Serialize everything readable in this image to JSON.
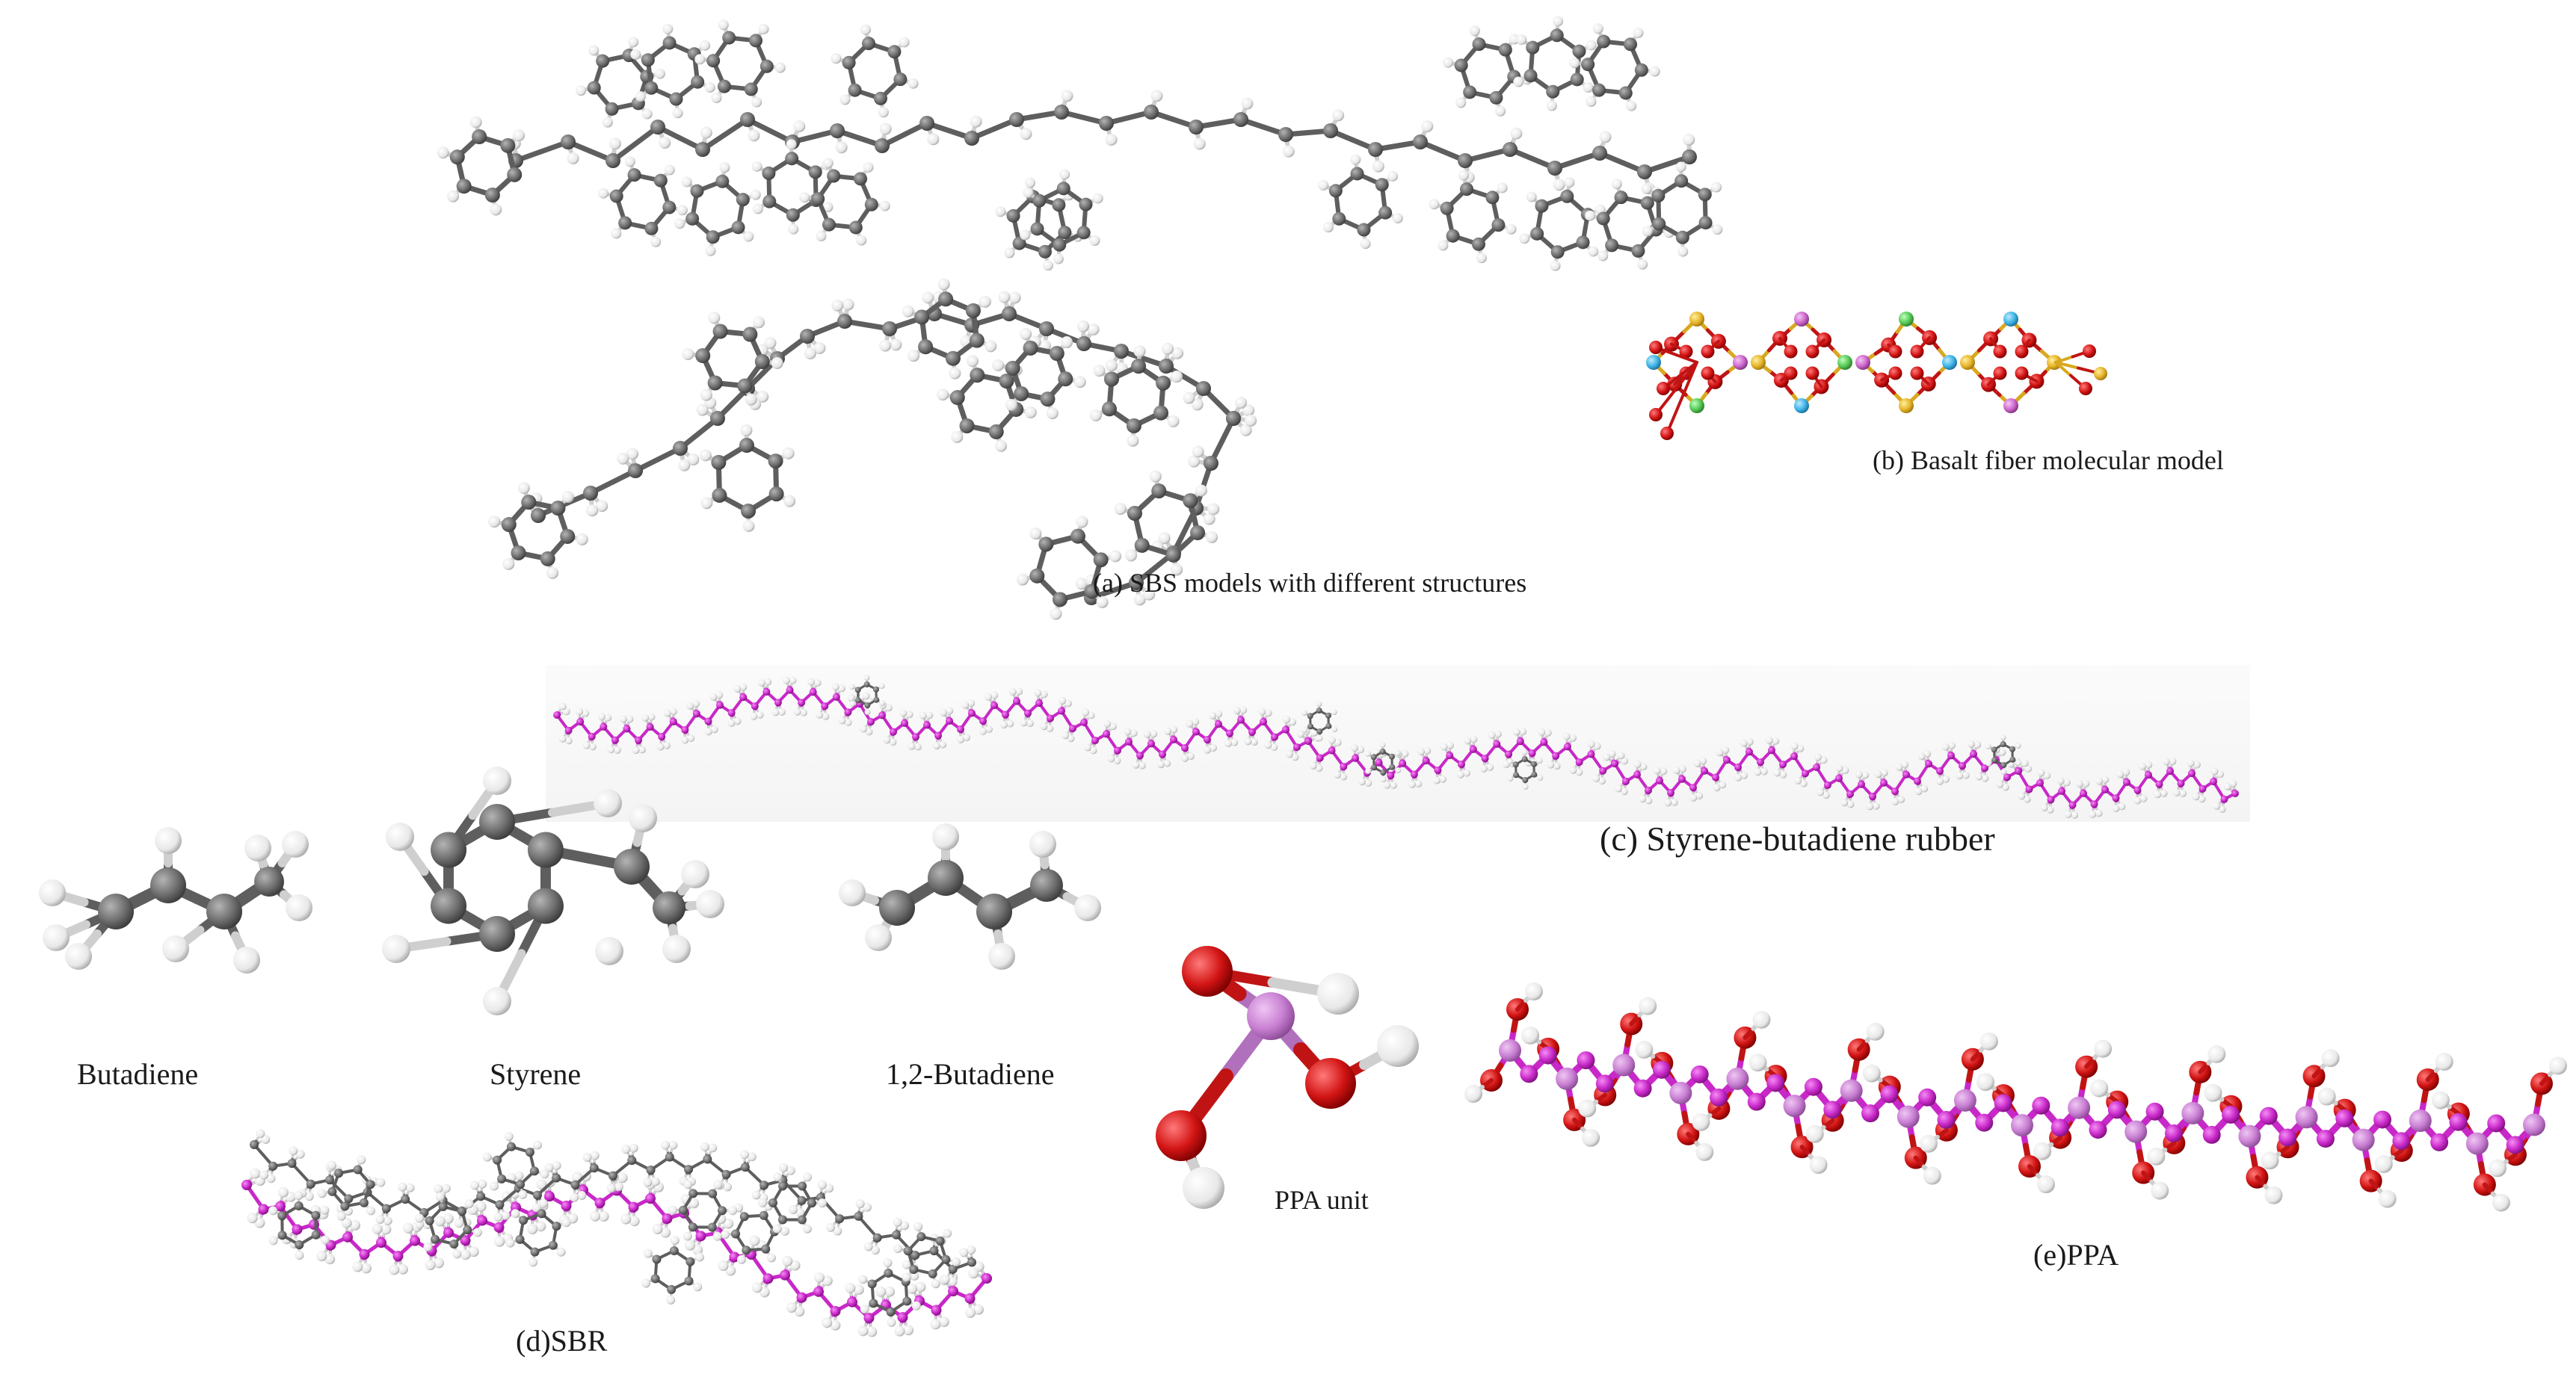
{
  "captions": {
    "sbs": "(a) SBS models with different structures",
    "basalt": "(b) Basalt fiber molecular model",
    "sbr_rubber": "(c) Styrene-butadiene rubber",
    "sbr": "(d)SBR",
    "ppa": "(e)PPA"
  },
  "monomers": {
    "butadiene": "Butadiene",
    "styrene": "Styrene",
    "butadiene12": "1,2-Butadiene",
    "ppa_unit": "PPA unit"
  },
  "colors": {
    "carbon": "#6e6e6e",
    "hydrogen": "#f2f2f2",
    "backbone": "#c828c8",
    "oxygen": "#d21414",
    "phosphorus": "#c87fd2",
    "silicon": "#e6b428",
    "aluminum": "#cc66cc",
    "magnesium": "#55c855",
    "calcium": "#3cb4e6"
  }
}
